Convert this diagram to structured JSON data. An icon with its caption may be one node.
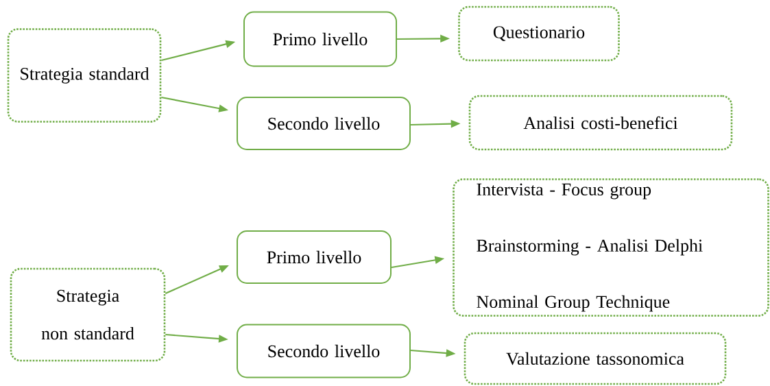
{
  "diagram": {
    "nodes": [
      {
        "text": [
          "Strategia standard"
        ]
      },
      {
        "text": [
          "Primo livello"
        ]
      },
      {
        "text": [
          "Questionario"
        ]
      },
      {
        "text": [
          "Secondo livello"
        ]
      },
      {
        "text": [
          "Analisi costi-benefici"
        ]
      },
      {
        "text": [
          "Strategia non standard"
        ]
      },
      {
        "text": [
          "Primo livello"
        ]
      },
      {
        "text": [
          "Intervista -  Focus group",
          "Brainstorming -  Analisi Delphi",
          "Nominal Group Technique"
        ]
      },
      {
        "text": [
          "Secondo livello"
        ]
      },
      {
        "text": [
          "Valutazione tassonomica"
        ]
      }
    ],
    "edges": [
      {
        "from": 0,
        "to": 1,
        "arrow": "to"
      },
      {
        "from": 0,
        "to": 3,
        "arrow": "to"
      },
      {
        "from": 1,
        "to": 2,
        "arrow": "to"
      },
      {
        "from": 3,
        "to": 4,
        "arrow": "to"
      },
      {
        "from": 5,
        "to": 6,
        "arrow": "to"
      },
      {
        "from": 5,
        "to": 8,
        "arrow": "to"
      },
      {
        "from": 6,
        "to": 7,
        "arrow": "to"
      },
      {
        "from": 8,
        "to": 9,
        "arrow": "to"
      }
    ]
  }
}
